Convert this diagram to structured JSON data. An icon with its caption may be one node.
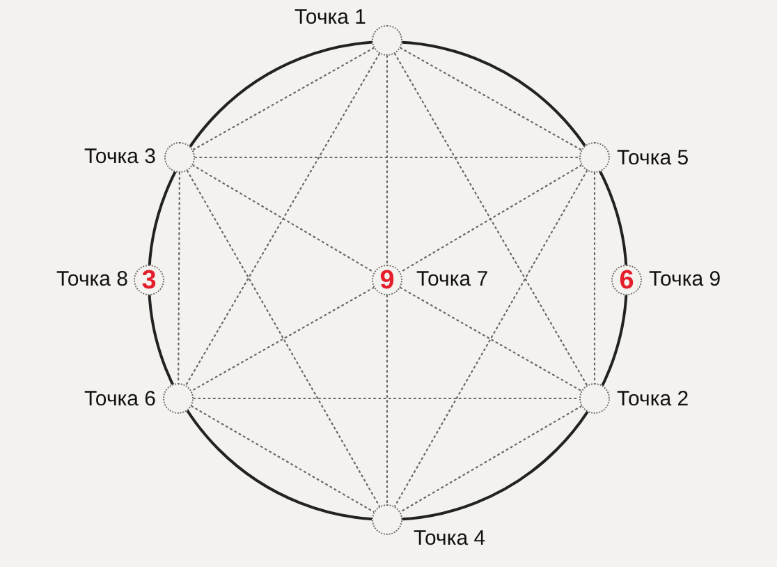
{
  "diagram": {
    "nodes": [
      {
        "text": [],
        "shape": "circle",
        "beside": [
          "Точка 1"
        ]
      },
      {
        "text": [],
        "shape": "circle",
        "beside": [
          "Точка 3"
        ]
      },
      {
        "text": [],
        "shape": "circle",
        "beside": [
          "Точка 5"
        ]
      },
      {
        "text": [
          "3"
        ],
        "beside": [
          "Точка 8"
        ]
      },
      {
        "text": [
          "9"
        ],
        "beside": [
          "Точка 7"
        ]
      },
      {
        "text": [
          "6"
        ],
        "beside": [
          "Точка 9"
        ]
      },
      {
        "text": [],
        "shape": "circle",
        "beside": [
          "Точка 6"
        ]
      },
      {
        "text": [],
        "shape": "circle",
        "beside": [
          "Точка 2"
        ]
      },
      {
        "text": [],
        "shape": "circle",
        "beside": [
          "Точка 4"
        ]
      }
    ],
    "edges": [
      {
        "from": 0,
        "to": 1,
        "arrow": "none",
        "style": "dashed"
      },
      {
        "from": 0,
        "to": 2,
        "arrow": "none",
        "style": "dashed"
      },
      {
        "from": 0,
        "to": 6,
        "arrow": "none",
        "style": "dashed"
      },
      {
        "from": 0,
        "to": 7,
        "arrow": "none",
        "style": "dashed"
      },
      {
        "from": 0,
        "to": 4,
        "arrow": "none",
        "style": "dashed"
      },
      {
        "from": 4,
        "to": 8,
        "arrow": "none",
        "style": "dashed"
      },
      {
        "from": 1,
        "to": 2,
        "arrow": "none",
        "style": "dashed"
      },
      {
        "from": 6,
        "to": 7,
        "arrow": "none",
        "style": "dashed"
      },
      {
        "from": 1,
        "to": 6,
        "arrow": "none",
        "style": "dashed"
      },
      {
        "from": 2,
        "to": 7,
        "arrow": "none",
        "style": "dashed"
      },
      {
        "from": 1,
        "to": 4,
        "arrow": "none",
        "style": "dashed"
      },
      {
        "from": 4,
        "to": 7,
        "arrow": "none",
        "style": "dashed"
      },
      {
        "from": 2,
        "to": 4,
        "arrow": "none",
        "style": "dashed"
      },
      {
        "from": 4,
        "to": 6,
        "arrow": "none",
        "style": "dashed"
      },
      {
        "from": 1,
        "to": 8,
        "arrow": "none",
        "style": "dashed"
      },
      {
        "from": 2,
        "to": 8,
        "arrow": "none",
        "style": "dashed"
      },
      {
        "from": 6,
        "to": 8,
        "arrow": "none",
        "style": "dashed"
      },
      {
        "from": 7,
        "to": 8,
        "arrow": "none",
        "style": "dashed"
      }
    ]
  }
}
